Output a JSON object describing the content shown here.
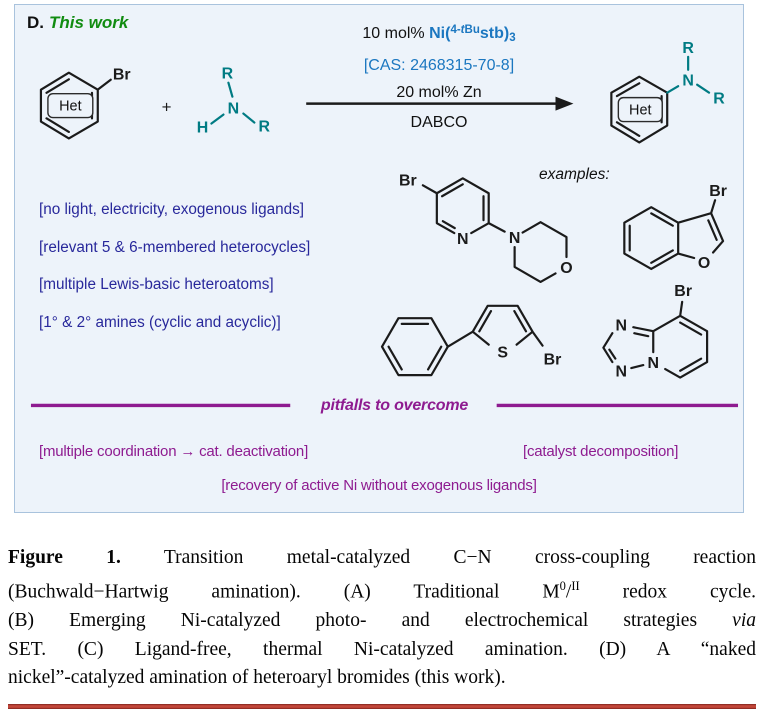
{
  "colors": {
    "panel_bg": "#edf3fa",
    "accent_green": "#118c11",
    "accent_blue": "#1b77c0",
    "feature_navy": "#28289b",
    "amine_teal": "#007b83",
    "pitfall_purple": "#8e1b90",
    "bottom_rule_red": "#c4473a"
  },
  "panel": {
    "label": "D.",
    "title": "This work",
    "conditions": {
      "loading": "10 mol% ",
      "cat_pre": "Ni(",
      "cat_sup_a": "4-",
      "cat_sup_t": "t",
      "cat_sup_b": "Bu",
      "cat_body": "stb)",
      "cat_sub": "3",
      "cas": "[CAS: 2468315-70-8]",
      "reductant": "20 mol% Zn",
      "additive": "DABCO"
    },
    "plus": "+",
    "examples_label": "examples:",
    "atoms": {
      "reactant_br": "Br",
      "reactant_het": "Het",
      "amine_r1": "R",
      "amine_n": "N",
      "amine_h": "H",
      "amine_r2": "R",
      "product_het": "Het",
      "product_n": "N",
      "product_r1": "R",
      "product_r2": "R",
      "pyr_br": "Br",
      "pyr_n": "N",
      "morph_n": "N",
      "morph_o": "O",
      "bzf_br": "Br",
      "bzf_o": "O",
      "thio_s": "S",
      "thio_br": "Br",
      "tzp_br": "Br",
      "tzp_n1": "N",
      "tzp_n3": "N",
      "tzp_n4": "N"
    },
    "features": [
      "[no light, electricity, exogenous ligands]",
      "[relevant 5 & 6-membered heterocycles]",
      "[multiple Lewis-basic heteroatoms]",
      "[1° & 2° amines (cyclic and acyclic)]"
    ],
    "pitfalls": {
      "header": "pitfalls to overcome",
      "left": "[multiple coordination → cat. deactivation]",
      "right": "[catalyst decomposition]",
      "center": "[recovery of active Ni without exogenous ligands]"
    }
  },
  "caption": {
    "l1_bold": "Figure 1.",
    "l1_rest": " Transition metal-catalyzed C−N cross-coupling reaction",
    "l2_a": "(Buchwald−Hartwig amination). (A) Traditional M",
    "l2_sup1": "0",
    "l2_slash": "/",
    "l2_sup2": "II",
    "l2_b": " redox cycle.",
    "l3_a": "(B) Emerging Ni-catalyzed photo- and electrochemical strategies ",
    "l3_via": "via",
    "l4": "SET. (C) Ligand-free, thermal Ni-catalyzed amination. (D) A “naked",
    "l5": "nickel”-catalyzed amination of heteroaryl bromides (this work)."
  }
}
